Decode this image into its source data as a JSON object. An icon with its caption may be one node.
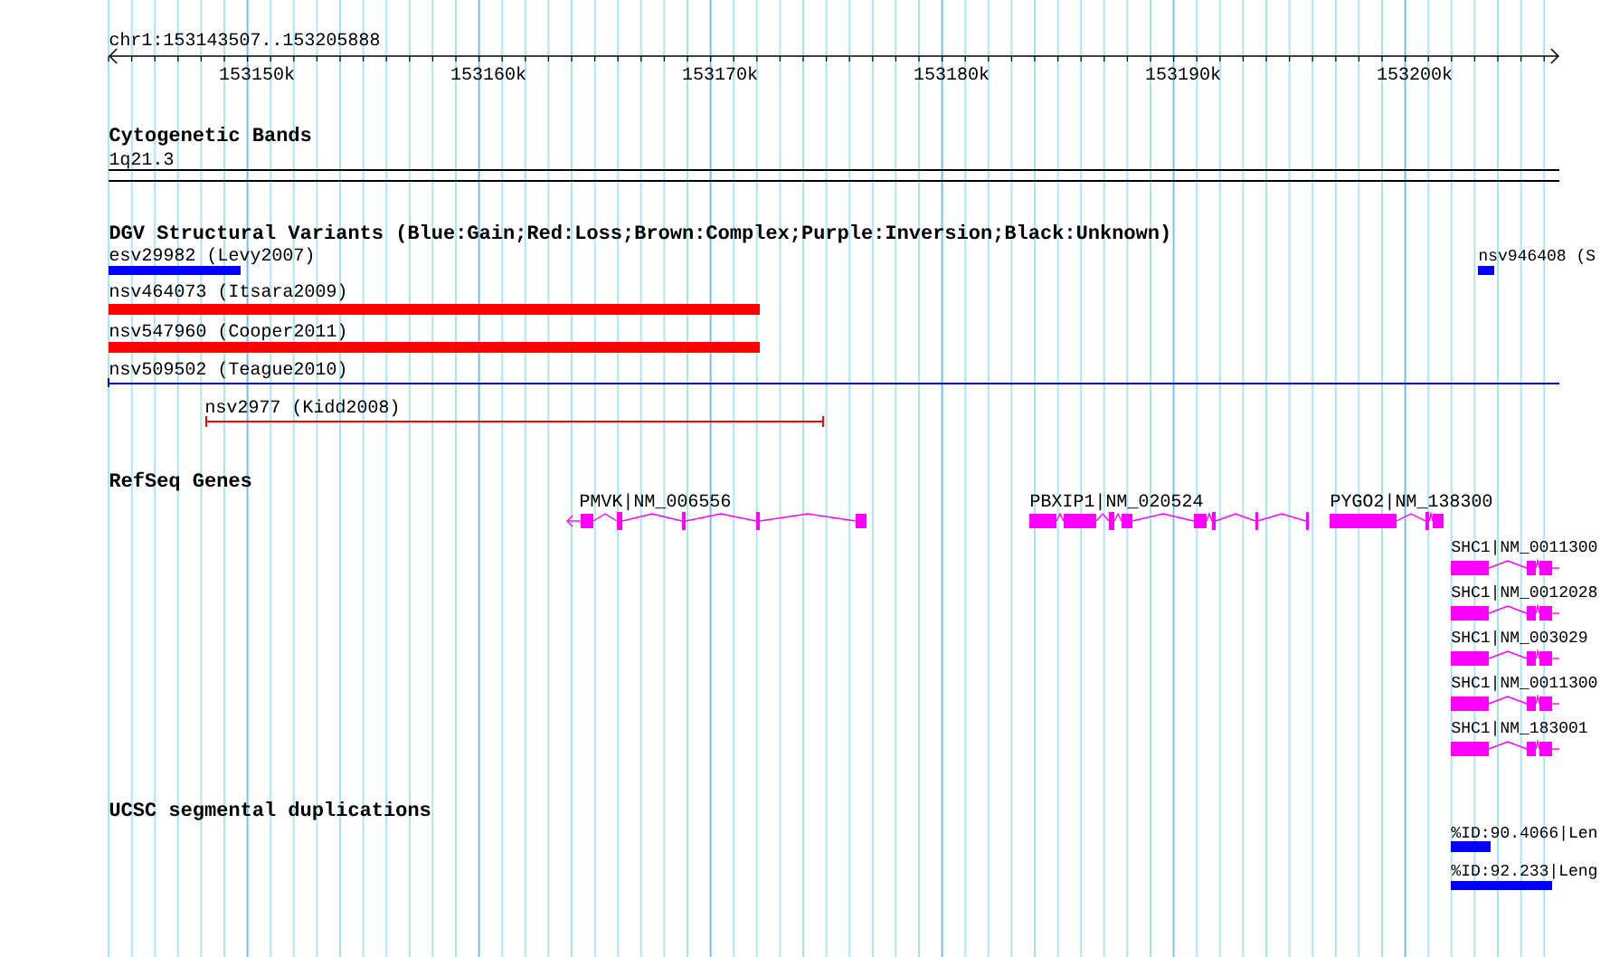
{
  "diagram": {
    "title": "chr1:153143507..153205888",
    "labels": [
      "153150k",
      "153160k",
      "153170k",
      "153180k",
      "153190k",
      "153200k",
      "Cytogenetic Bands",
      "1q21.3",
      "DGV Structural Variants (Blue:Gain;Red:Loss;Brown:Complex;Purple:Inversion;Black:Unknown)",
      "esv29982 (Levy2007)",
      "nsv946408 (S",
      "nsv464073 (Itsara2009)",
      "nsv547960 (Cooper2011)",
      "nsv509502 (Teague2010)",
      "nsv2977 (Kidd2008)",
      "RefSeq Genes",
      "PMVK|NM_006556",
      "PBXIP1|NM_020524",
      "PYGO2|NM_138300",
      "SHC1|NM_0011300",
      "SHC1|NM_0012028",
      "SHC1|NM_003029",
      "SHC1|NM_0011300",
      "SHC1|NM_183001",
      "UCSC segmental duplications",
      "%ID:90.4066|Len",
      "%ID:92.233|Leng"
    ]
  }
}
